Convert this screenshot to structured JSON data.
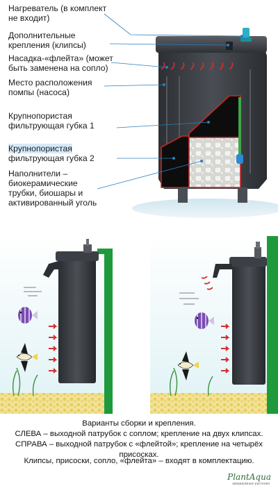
{
  "labels": [
    {
      "id": "heater",
      "line1": "Нагреватель (в комплект",
      "line2": "не входит)"
    },
    {
      "id": "clips",
      "line1": "Дополнительные",
      "line2": "крепления (клипсы)"
    },
    {
      "id": "flute",
      "line1": "Насадка-«флейта» (может",
      "line2": "быть заменена на сопло)"
    },
    {
      "id": "pump",
      "line1": "Место расположения",
      "line2": "помпы (насоса)"
    },
    {
      "id": "sponge1",
      "line1": "Крупнопористая",
      "line2": "фильтрующая губка 1"
    },
    {
      "id": "sponge2",
      "line1": "Крупнопористая",
      "line2": "фильтрующая губка 2"
    },
    {
      "id": "fillers",
      "line1": "Наполнители –",
      "line2": "биокерамические",
      "line3": "трубки,  биошары и",
      "line4": "активированный уголь"
    }
  ],
  "caption": {
    "title": "Варианты сборки и крепления.",
    "left": "СЛЕВА – выходной патрубок с соплом; крепление на двух клипсах.",
    "right": "СПРАВА – выходной патрубок с «флейтой»; крепление на четырёх присосках.",
    "note": "Клипсы, присоски, сопло, «флейта» – входят в комплектацию."
  },
  "brand": {
    "name": "PlantAqua",
    "tagline": "аквариумные растения"
  },
  "colors": {
    "filter_body": "#3a3d42",
    "water": "#dff2f5",
    "glass": "#1e9a3c",
    "outline": "#c62828",
    "leader": "#2a7fc0",
    "arrow": "#d32f2f"
  }
}
